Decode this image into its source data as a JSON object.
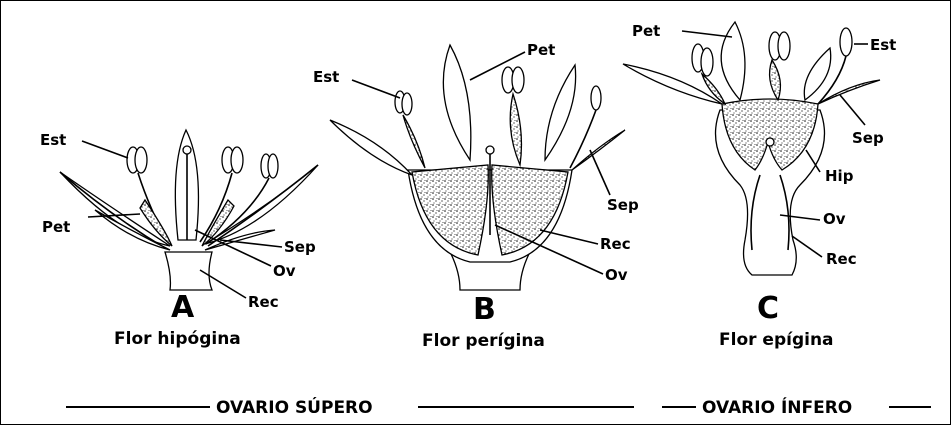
{
  "flowers": [
    {
      "letter": "A",
      "caption": "Flor hipógina",
      "labels": {
        "est": "Est",
        "pet": "Pet",
        "sep": "Sep",
        "ov": "Ov",
        "rec": "Rec"
      }
    },
    {
      "letter": "B",
      "caption": "Flor perígina",
      "labels": {
        "est": "Est",
        "pet": "Pet",
        "sep": "Sep",
        "rec": "Rec",
        "ov": "Ov"
      }
    },
    {
      "letter": "C",
      "caption": "Flor epígina",
      "labels": {
        "pet": "Pet",
        "est": "Est",
        "sep": "Sep",
        "hip": "Hip",
        "ov": "Ov",
        "rec": "Rec"
      }
    }
  ],
  "sections": {
    "superior": "OVARIO SÚPERO",
    "inferior": "OVARIO ÍNFERO"
  }
}
